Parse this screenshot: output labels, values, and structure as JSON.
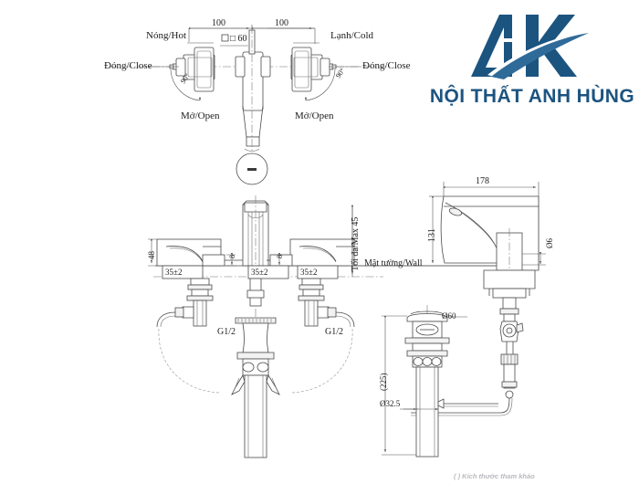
{
  "page": {
    "background": "#ffffff",
    "line_color": "#4a4a4a",
    "text_color": "#1b1b1b",
    "footnote": "( ) Kích thước tham khảo"
  },
  "brand": {
    "name": "NỘI THẤT ANH HÙNG",
    "color": "#1c5480",
    "mark": "aa-monogram-logo"
  },
  "top_view": {
    "labels": {
      "hot": "Nóng/Hot",
      "cold": "Lạnh/Cold",
      "close_left": "Đóng/Close",
      "close_right": "Đóng/Close",
      "open_left": "Mở/Open",
      "open_right": "Mở/Open",
      "angle_left": "90°",
      "angle_right": "90°"
    },
    "dimensions": {
      "spacing_left": "100",
      "spacing_right": "100",
      "square_spout": "□ 60"
    }
  },
  "front_view": {
    "dimensions": {
      "handle_height": "48",
      "deck_left": "8",
      "deck_right": "8",
      "mount_left": "35±2",
      "mount_center": "35±2",
      "mount_right": "35±2",
      "max_thickness": "Tối đa/Max 45",
      "inlet_left": "G1/2",
      "inlet_right": "G1/2"
    },
    "labels": {
      "wall": "Mặt tường/Wall"
    }
  },
  "side_view": {
    "dimensions": {
      "reach": "178",
      "height": "131",
      "hole": "Ø6"
    }
  },
  "drain_view": {
    "dimensions": {
      "flange_diameter": "Ø60",
      "total_length": "(225)",
      "tail_diameter": "Ø32.5"
    }
  }
}
